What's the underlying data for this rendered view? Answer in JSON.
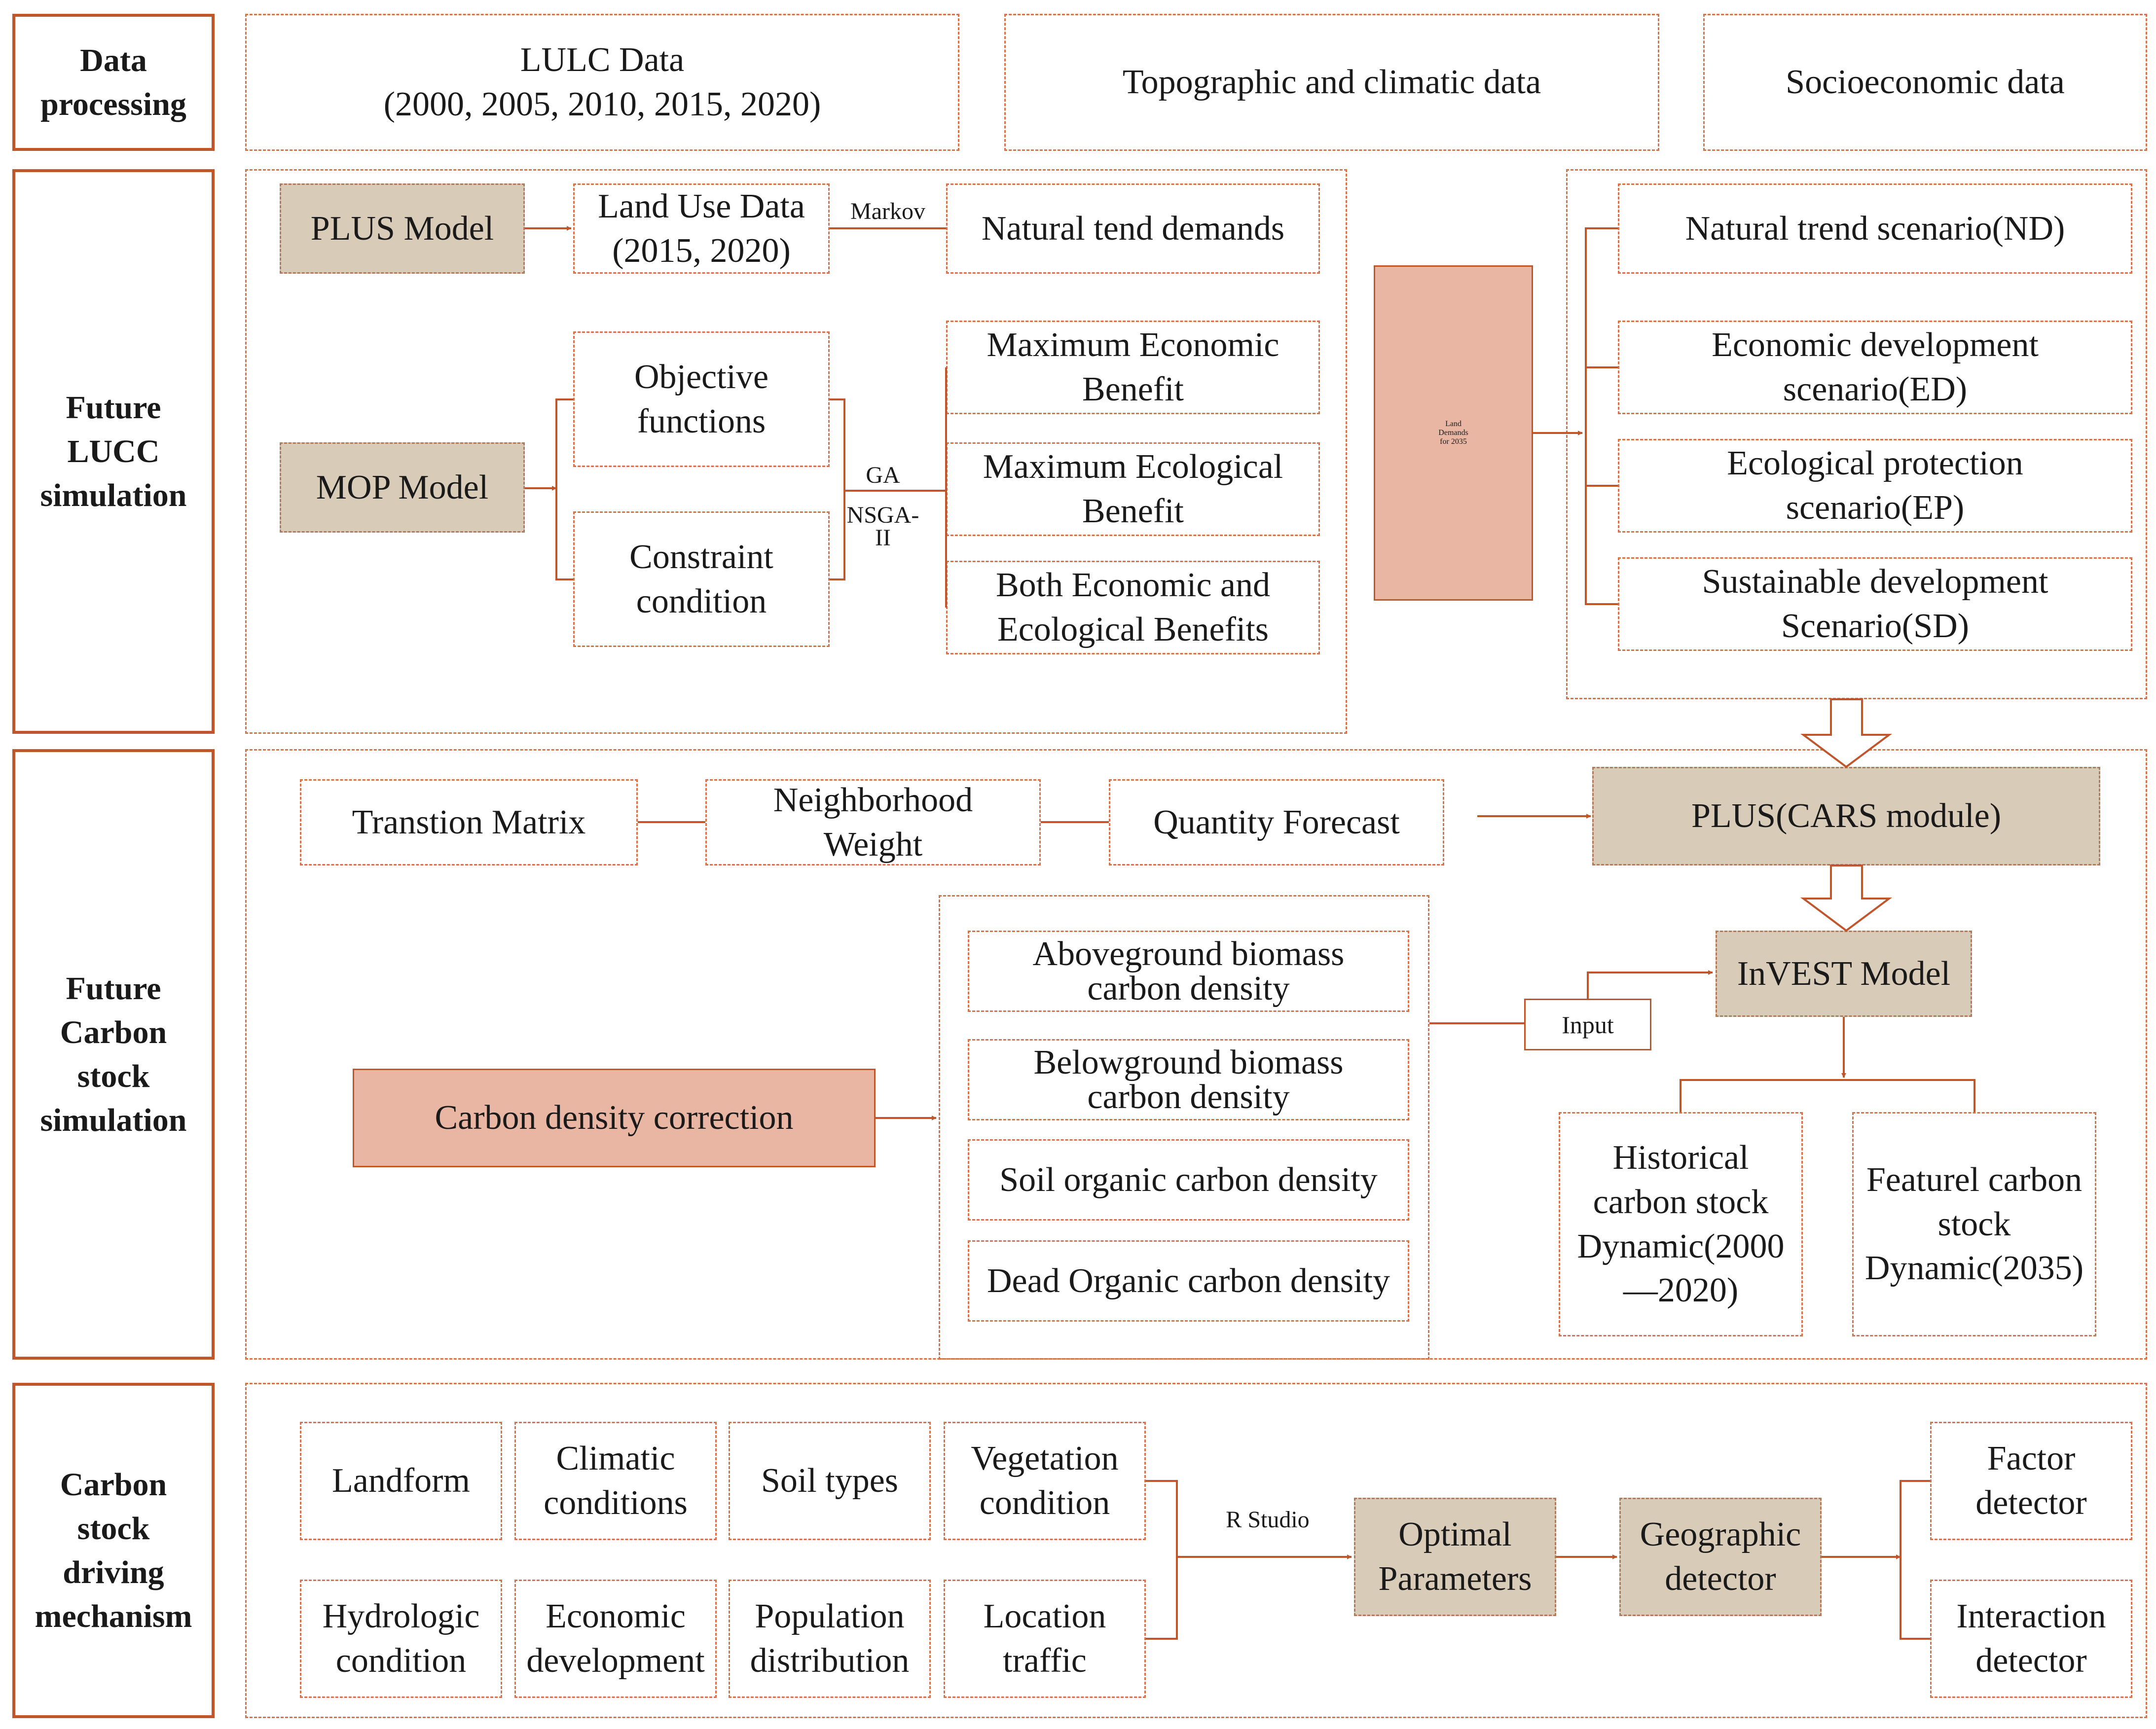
{
  "sections": {
    "data_processing": "Data\nprocessing",
    "lucc": "Future\nLUCC\nsimulation",
    "carbon_sim": "Future\nCarbon\nstock\nsimulation",
    "driving": "Carbon\nstock\ndriving\nmechanism"
  },
  "data_row": {
    "lulc": "LULC Data\n(2000, 2005, 2010, 2015, 2020)",
    "topo": "Topographic and climatic data",
    "socio": "Socioeconomic data"
  },
  "lucc": {
    "plus_model": "PLUS Model",
    "land_use_data": "Land Use Data\n(2015, 2020)",
    "markov": "Markov",
    "natural_tend": "Natural tend demands",
    "mop_model": "MOP Model",
    "objective": "Objective\nfunctions",
    "constraint": "Constraint\ncondition",
    "ga": "GA",
    "nsga": "NSGA-\nII",
    "max_econ": "Maximum Economic\nBenefit",
    "max_eco": "Maximum Ecological\nBenefit",
    "both": "Both Economic and\nEcological Benefits",
    "land_demands": "Land\nDemands\nfor 2035",
    "scenarios": [
      "Natural trend scenario(ND)",
      "Economic development\nscenario(ED)",
      "Ecological protection\nscenario(EP)",
      "Sustainable development\nScenario(SD)"
    ]
  },
  "carbon": {
    "transition": "Transtion Matrix",
    "neighborhood": "Neighborhood\nWeight",
    "quantity": "Quantity Forecast",
    "plus_cars": "PLUS(CARS module)",
    "invest": "InVEST Model",
    "input": "Input",
    "correction": "Carbon density correction",
    "densities": [
      "Aboveground biomass\ncarbon density",
      "Belowground biomass\ncarbon density",
      "Soil organic carbon density",
      "Dead Organic carbon density"
    ],
    "historical": "Historical\ncarbon stock\nDynamic(2000\n—2020)",
    "future": "Featurel carbon\nstock\nDynamic(2035)"
  },
  "driving": {
    "factors": [
      "Landform",
      "Climatic\nconditions",
      "Soil types",
      "Vegetation\ncondition",
      "Hydrologic\ncondition",
      "Economic\ndevelopment",
      "Population\ndistribution",
      "Location\ntraffic"
    ],
    "r_studio": "R Studio",
    "optimal": "Optimal\nParameters",
    "geo_detector": "Geographic\ndetector",
    "factor_detector": "Factor\ndetector",
    "interaction_detector": "Interaction\ndetector"
  },
  "colors": {
    "line": "#c0562b",
    "dashed_border": "#d4744e",
    "tan_fill": "#d8cbb8",
    "salmon_fill": "#e8b6a2"
  }
}
